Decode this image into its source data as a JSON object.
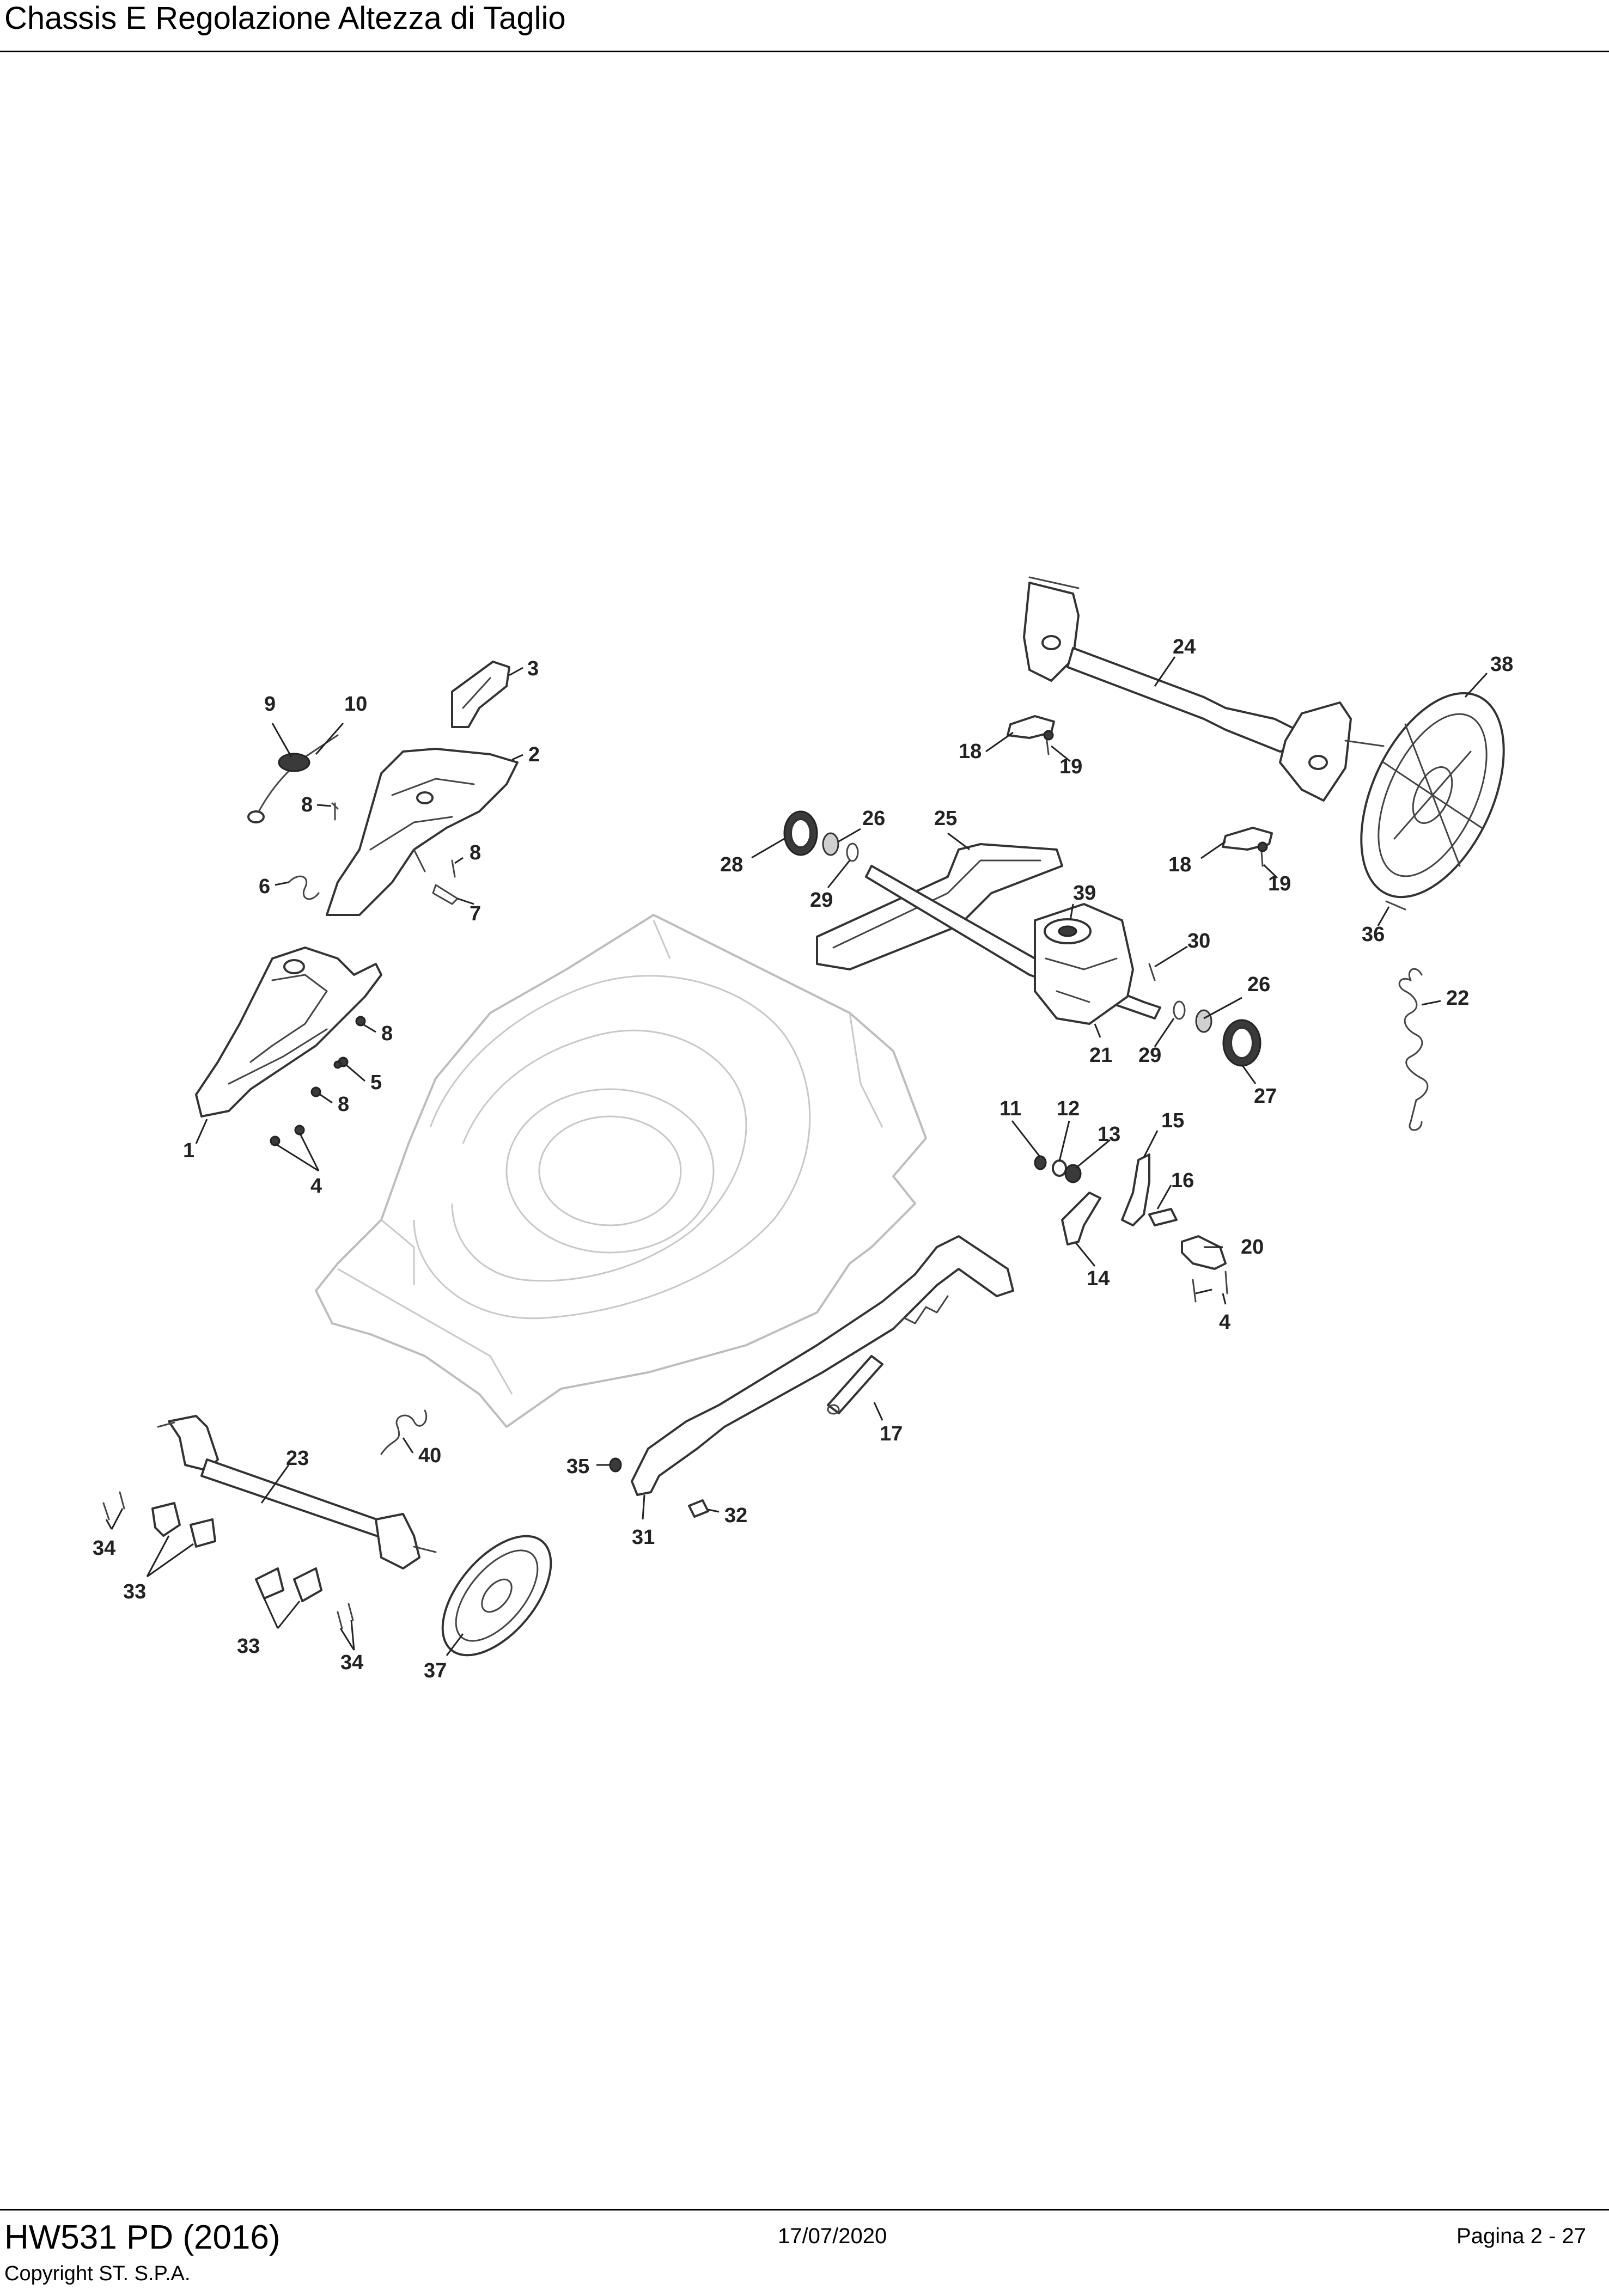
{
  "header": {
    "title": "Chassis E Regolazione Altezza di Taglio"
  },
  "footer": {
    "model": "HW531 PD (2016)",
    "copyright": "Copyright ST. S.P.A.",
    "date": "17/07/2020",
    "page": "Pagina 2 - 27"
  },
  "callouts": [
    "1",
    "2",
    "3",
    "4",
    "4",
    "4",
    "5",
    "6",
    "7",
    "8",
    "8",
    "8",
    "8",
    "9",
    "10",
    "11",
    "12",
    "13",
    "14",
    "15",
    "16",
    "17",
    "18",
    "18",
    "19",
    "19",
    "20",
    "21",
    "22",
    "23",
    "24",
    "25",
    "26",
    "26",
    "27",
    "28",
    "29",
    "29",
    "30",
    "31",
    "32",
    "33",
    "33",
    "34",
    "34",
    "35",
    "36",
    "37",
    "38",
    "39",
    "40"
  ]
}
